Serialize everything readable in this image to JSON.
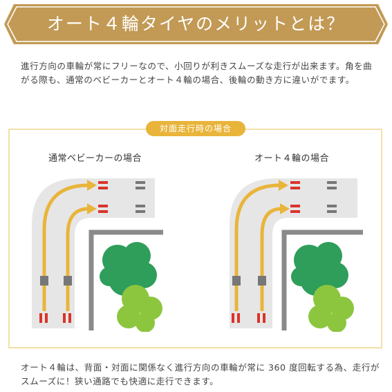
{
  "banner": {
    "title": "オート４輪タイヤのメリットとは？",
    "color": "#c29a55"
  },
  "intro": {
    "text": "進行方向の車輪が常にフリーなので、小回りが利きスムーズな走行が出来ます。角を曲がる際も、通常のベビーカーとオート４輪の場合、後輪の動き方に違いがでます。"
  },
  "section": {
    "pill_label": "対面走行時の場合",
    "left_title": "通常ベビーカーの場合",
    "right_title": "オート４輪の場合",
    "colors": {
      "accent": "#e9b43a",
      "road": "#e6e6e6",
      "wall": "#8a8a8a",
      "wheel_red": "#d9342b",
      "wheel_gray": "#777777",
      "tree_dark": "#2e9e5a",
      "tree_light": "#8cc63f"
    }
  },
  "outro": {
    "text": "オート４輪は、背面・対面に関係なく進行方向の車輪が常に 360 度回転する為、走行がスムーズに！狭い通路でも快適に走行できます。"
  }
}
